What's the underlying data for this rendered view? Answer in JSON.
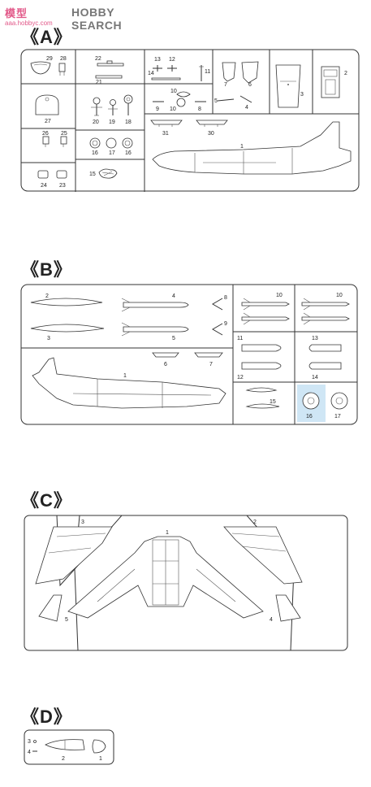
{
  "watermark": {
    "cn": "模型",
    "brand": "HOBBY SEARCH",
    "url": "aaa.hobbyc.com"
  },
  "sections": {
    "a": "《A》",
    "b": "《B》",
    "c": "《C》",
    "d": "《D》"
  },
  "part_numbers": {
    "a": [
      "29",
      "28",
      "22",
      "21",
      "27",
      "26",
      "25",
      "24",
      "23",
      "20",
      "19",
      "18",
      "16",
      "17",
      "16",
      "15",
      "13",
      "12",
      "14",
      "11",
      "10",
      "9",
      "10",
      "8",
      "7",
      "6",
      "5",
      "4",
      "3",
      "2",
      "31",
      "30",
      "1"
    ],
    "b": [
      "2",
      "3",
      "4",
      "5",
      "8",
      "9",
      "1",
      "6",
      "7",
      "10",
      "10",
      "11",
      "12",
      "13",
      "14",
      "15",
      "16",
      "17"
    ],
    "c": [
      "3",
      "1",
      "2",
      "5",
      "4"
    ],
    "d": [
      "3",
      "4",
      "2",
      "1"
    ]
  },
  "highlight": {
    "color": "#cfe6f5",
    "part": "16"
  }
}
